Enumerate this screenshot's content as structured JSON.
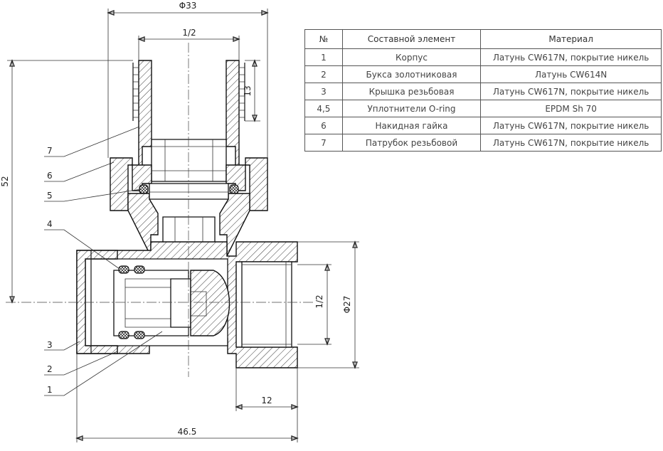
{
  "dimensions": {
    "d_top": "Φ33",
    "thread_top": "1/2",
    "h_thread": "13",
    "height": "52",
    "thread_side": "1/2",
    "d_side": "Φ27",
    "len_side": "12",
    "length": "46.5"
  },
  "callouts": [
    "7",
    "6",
    "5",
    "4",
    "3",
    "2",
    "1"
  ],
  "table": {
    "headers": [
      "№",
      "Составной элемент",
      "Материал"
    ],
    "rows": [
      [
        "1",
        "Корпус",
        "Латунь CW617N, покрытие никель"
      ],
      [
        "2",
        "Букса золотниковая",
        "Латунь CW614N"
      ],
      [
        "3",
        "Крышка резьбовая",
        "Латунь CW617N, покрытие никель"
      ],
      [
        "4,5",
        "Уплотнители O-ring",
        "EPDM Sh 70"
      ],
      [
        "6",
        "Накидная гайка",
        "Латунь CW617N, покрытие никель"
      ],
      [
        "7",
        "Патрубок резьбовой",
        "Латунь CW617N, покрытие никель"
      ]
    ]
  }
}
